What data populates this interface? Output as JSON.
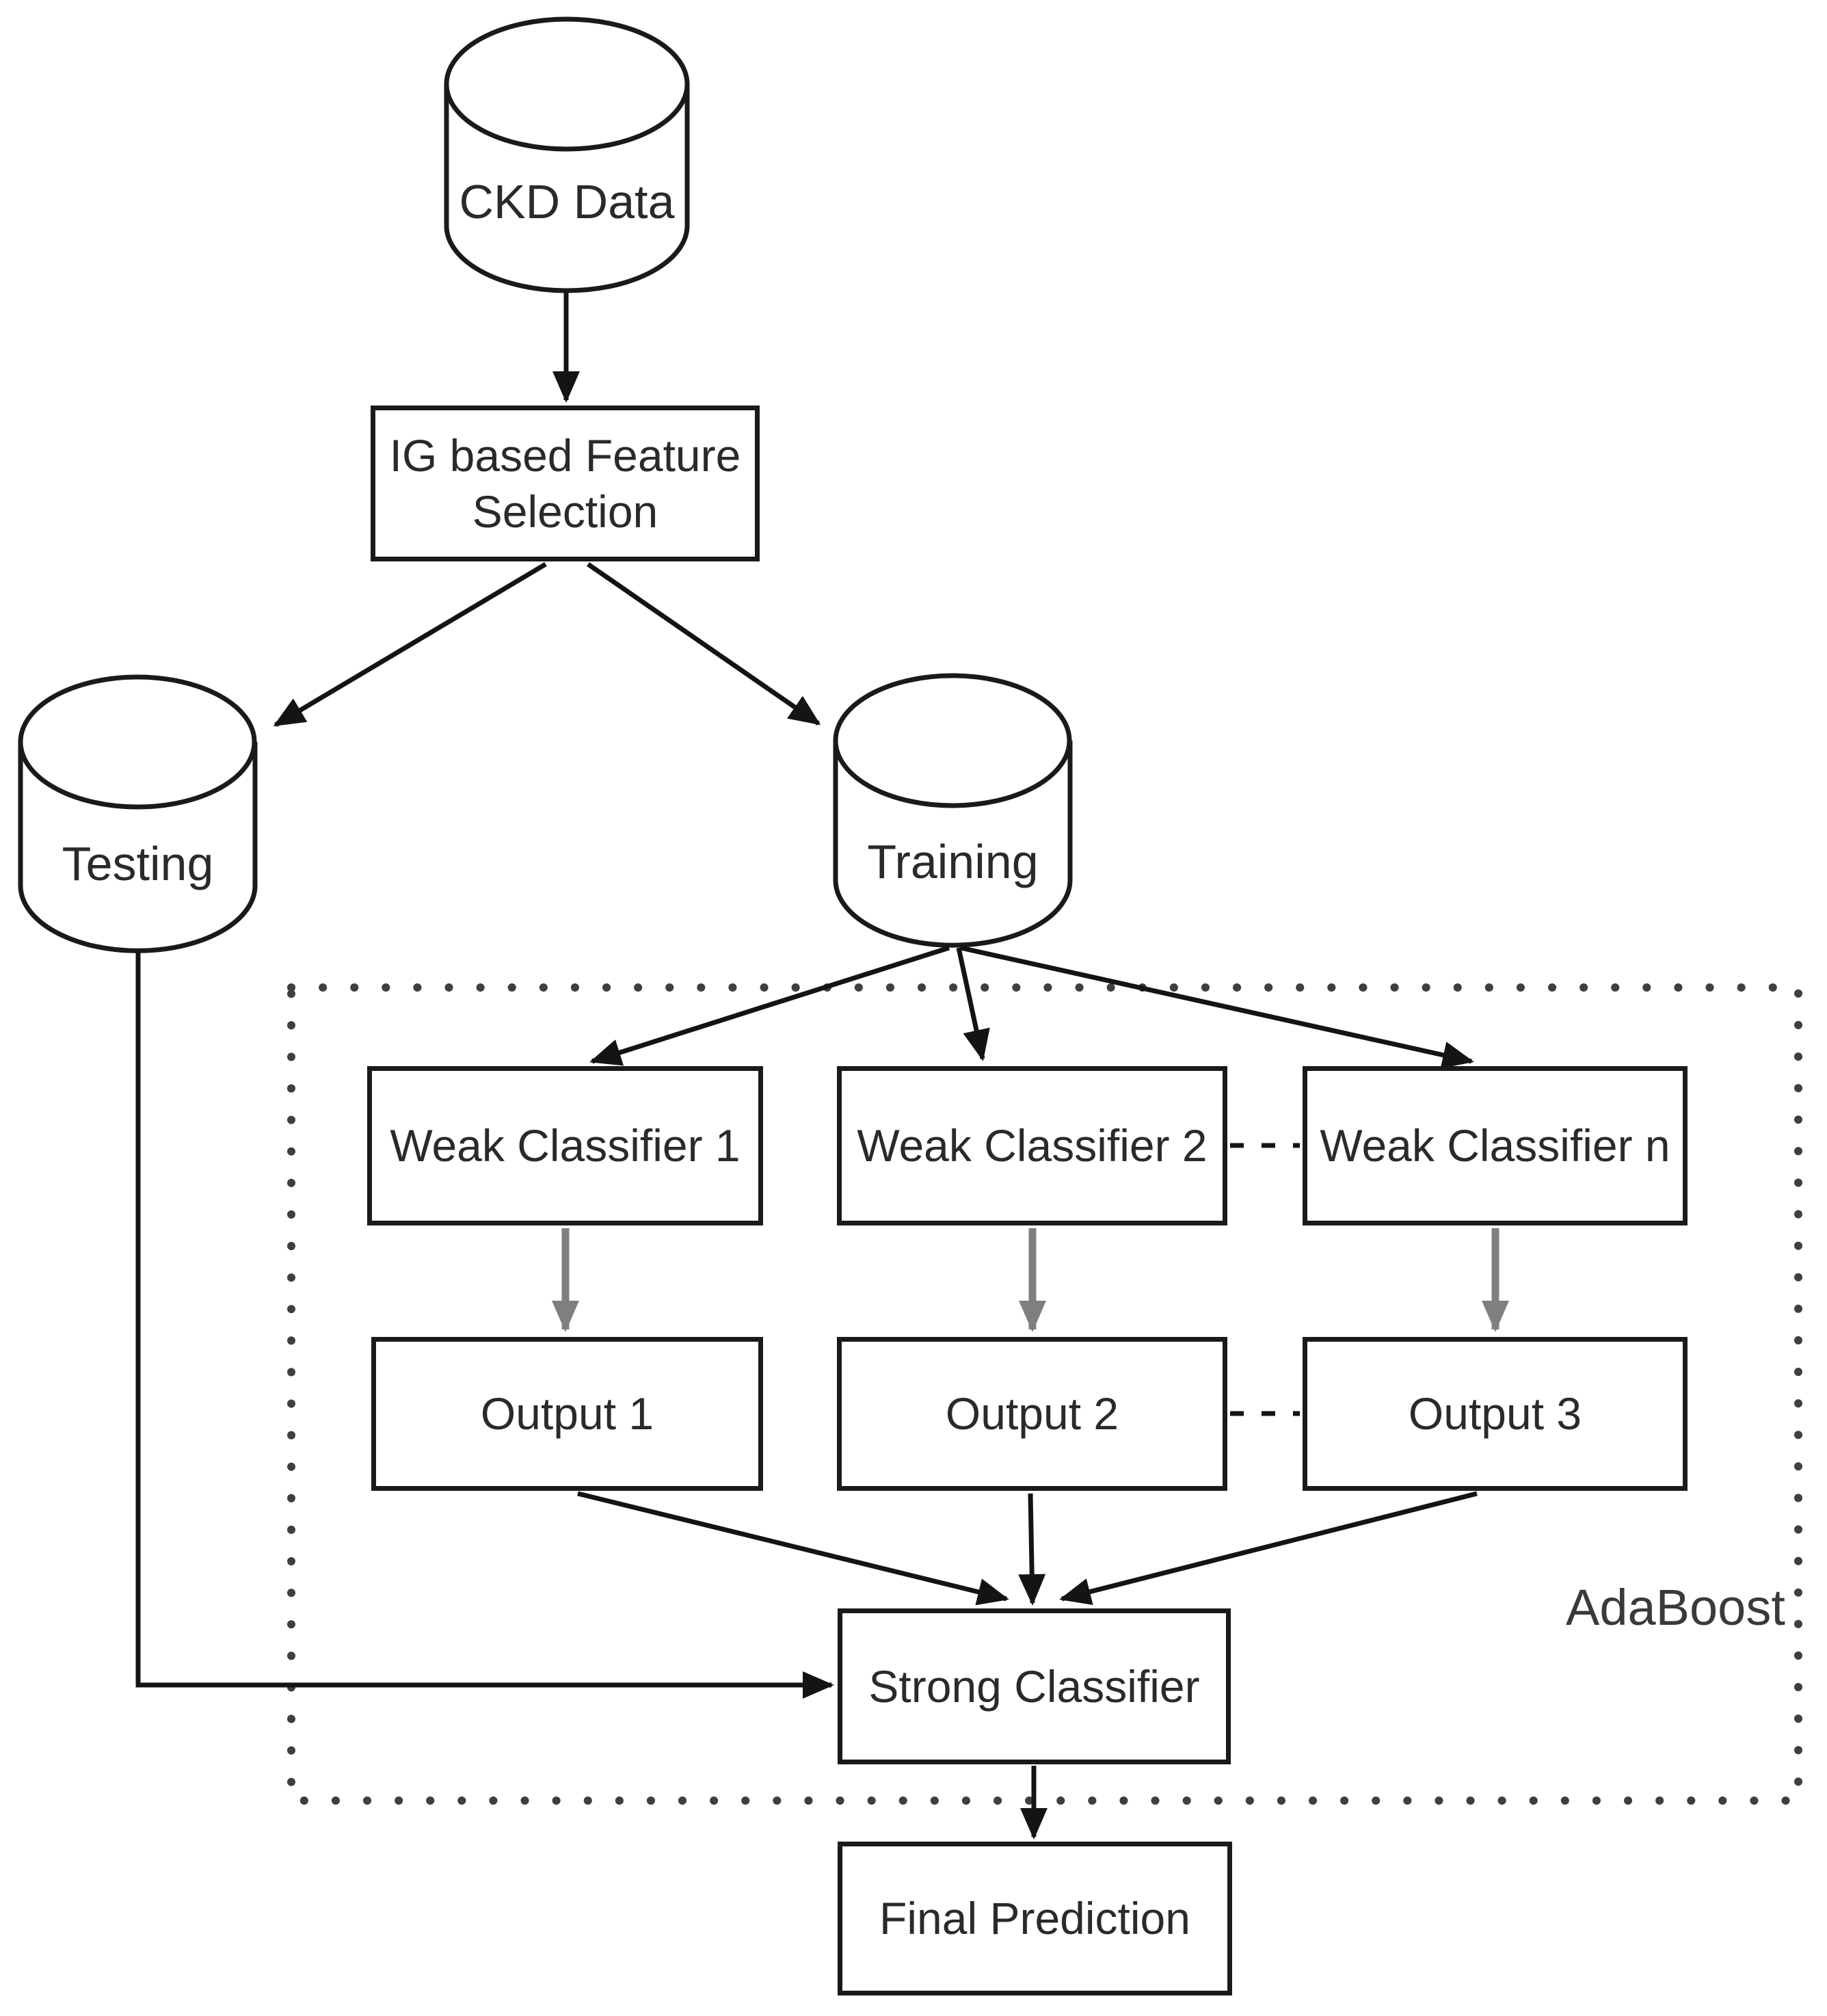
{
  "diagram": {
    "nodes": {
      "ckd_data": "CKD Data",
      "feature_selection": [
        "IG based Feature",
        "Selection"
      ],
      "testing": "Testing",
      "training": "Training",
      "weak_classifier_1": "Weak Classifier 1",
      "weak_classifier_2": "Weak Classifier 2",
      "weak_classifier_n": "Weak Classifier n",
      "output_1": "Output 1",
      "output_2": "Output 2",
      "output_3": "Output 3",
      "strong_classifier": "Strong Classifier",
      "final_prediction": "Final Prediction"
    },
    "group_label": "AdaBoost",
    "colors": {
      "line": "#1a1a1a",
      "gray_arrow": "#7f7f7f",
      "dotted_border": "#3f3f3f",
      "text": "#2a2a2a",
      "background": "#ffffff"
    }
  }
}
